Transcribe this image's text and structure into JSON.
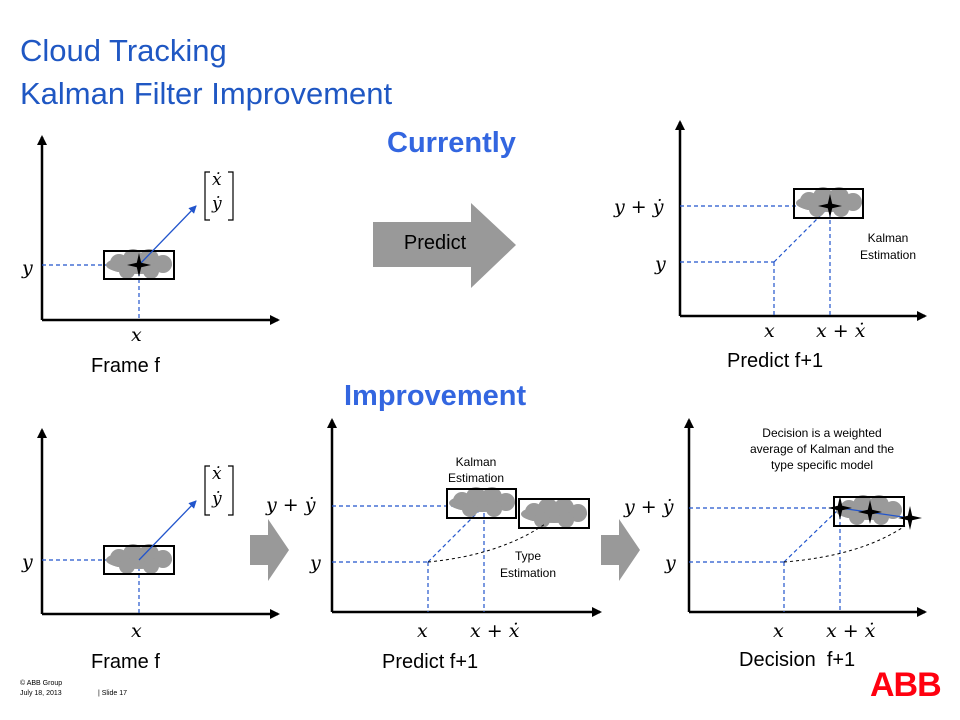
{
  "header": {
    "title_line1": "Cloud Tracking",
    "title_line2": "Kalman Filter Improvement"
  },
  "sections": {
    "currently": "Currently",
    "improvement": "Improvement"
  },
  "arrows": {
    "predict_label": "Predict"
  },
  "captions": {
    "frame_top": "Frame f",
    "predict_top": "Predict f+1",
    "frame_bottom": "Frame f",
    "predict_bottom": "Predict f+1",
    "decision_bottom": "Decision  f+1"
  },
  "annotations": {
    "kalman_top_line1": "Kalman",
    "kalman_top_line2": "Estimation",
    "kalman_bottom_line1": "Kalman",
    "kalman_bottom_line2": "Estimation",
    "type_line1": "Type",
    "type_line2": "Estimation",
    "decision_line1": "Decision is a weighted",
    "decision_line2": "average of Kalman  and the",
    "decision_line3": "type specific model"
  },
  "math": {
    "x": "x",
    "y": "y",
    "x_plus": "x + ẋ",
    "y_plus": "y + ẏ",
    "vec_top": "ẋ",
    "vec_bottom": "ẏ"
  },
  "footer": {
    "copyright": "© ABB Group",
    "date": "July 18, 2013",
    "slide": "| Slide 17",
    "logo_text": "ABB"
  },
  "colors": {
    "title": "#1f57c3",
    "section": "#3366e0",
    "dashed": "#2255cc",
    "arrow_gray": "#999999",
    "logo_red": "#ff000f"
  }
}
